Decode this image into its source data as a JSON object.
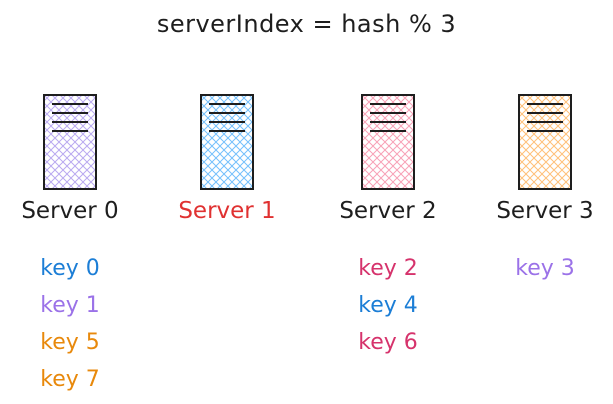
{
  "formula": "serverIndex = hash % 3",
  "servers": [
    {
      "label": "Server 0",
      "label_color": "#1e1e1e",
      "fill_color": "#b9a9f0",
      "keys": [
        {
          "label": "key 0",
          "color": "#1c7ed6"
        },
        {
          "label": "key 1",
          "color": "#9b72e8"
        },
        {
          "label": "key 5",
          "color": "#e8890c"
        },
        {
          "label": "key 7",
          "color": "#e8890c"
        }
      ]
    },
    {
      "label": "Server 1",
      "label_color": "#e03131",
      "fill_color": "#74c0fc",
      "keys": []
    },
    {
      "label": "Server 2",
      "label_color": "#1e1e1e",
      "fill_color": "#f7a1b6",
      "keys": [
        {
          "label": "key 2",
          "color": "#d6336c"
        },
        {
          "label": "key 4",
          "color": "#1c7ed6"
        },
        {
          "label": "key 6",
          "color": "#d6336c"
        }
      ]
    },
    {
      "label": "Server 3",
      "label_color": "#1e1e1e",
      "fill_color": "#ffc078",
      "keys": [
        {
          "label": "key 3",
          "color": "#9b72e8"
        }
      ]
    }
  ]
}
